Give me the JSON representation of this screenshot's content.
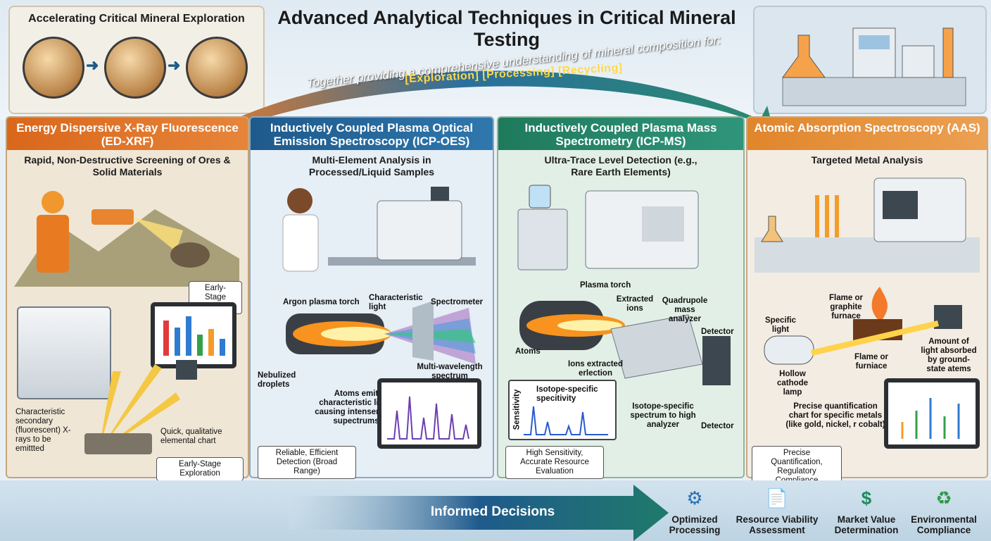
{
  "title": "Advanced Analytical Techniques in Critical Mineral Testing",
  "top_left": {
    "title": "Accelerating Critical Mineral Exploration"
  },
  "ribbon": {
    "text": "Together providing a comprehensive understanding of mineral composition for:",
    "tags": "[Exploration]  [Processing]  [Recycling]"
  },
  "columns": [
    {
      "header": "Energy Dispersive X-Ray Fluorescence (ED-XRF)",
      "subtitle": "Rapid, Non-Destructive Screening of Ores & Solid Materials",
      "stage_badge": "Early-Stage Exploration",
      "labels": {
        "secondary": "Characteristic secondary (fluorescent) X-rays to be emittted",
        "chart": "Quick, qualitative elemental chart"
      },
      "footer": "Early-Stage Exploration",
      "color": "#d9671c"
    },
    {
      "header": "Inductively Coupled Plasma Optical Emission Spectroscopy (ICP-OES)",
      "subtitle": "Multi-Element Analysis in Processed/Liquid Samples",
      "labels": {
        "torch": "Argon plasma torch",
        "light": "Characteristic light",
        "spectrometer": "Spectrometer",
        "droplets": "Nebulized droplets",
        "atoms": "Atoms emit characteristic light, causing intensenttsly supectrums",
        "spectrum": "Multi-wavelength spectrum"
      },
      "footer": "Reliable, Efficient Detection (Broad Range)",
      "color": "#1f5a8c"
    },
    {
      "header": "Inductively Coupled Plasma Mass Spectrometry (ICP-MS)",
      "subtitle": "Ultra-Trace Level Detection (e.g., Rare Earth Elements)",
      "labels": {
        "torch": "Plasma torch",
        "ions": "Extracted ions",
        "quad": "Quadrupole mass analyzer",
        "detector1": "Detector",
        "atoms": "Atoms",
        "extracted": "Ions extracted erlection",
        "sensitivity": "Sensitivity",
        "isotope_specific": "Isotope-specific specitivity",
        "isotope_spectrum": "Isotope-specific spectrum to high analyzer",
        "detector2": "Detector"
      },
      "footer": "High Sensitivity, Accurate Resource Evaluation",
      "color": "#1f7a5c"
    },
    {
      "header": "Atomic Absorption Spectroscopy (AAS)",
      "subtitle": "Targeted Metal Analysis",
      "labels": {
        "furnace": "Flame or graphite furnace",
        "specific_light": "Specific light",
        "absorbed": "Amount of light absorbed by ground-state atems",
        "flame2": "Flame or furniace",
        "lamp": "Hollow cathode lamp",
        "chart": "Precise quantification chart for specific metals (like gold, nickel, r cobalt)"
      },
      "footer": "Precise Quantification, Regulatory Compliance",
      "color": "#e0862c"
    }
  ],
  "bottom": {
    "arrow_text": "Informed Decisions",
    "outcomes": [
      {
        "label": "Optimized Processing",
        "icon": "gear-icon"
      },
      {
        "label": "Resource Viability Assessment",
        "icon": "document-dollar-icon"
      },
      {
        "label": "Market Value Determination",
        "icon": "hand-dollar-icon"
      },
      {
        "label": "Environmental Compliance",
        "icon": "recycle-leaf-icon"
      }
    ]
  }
}
